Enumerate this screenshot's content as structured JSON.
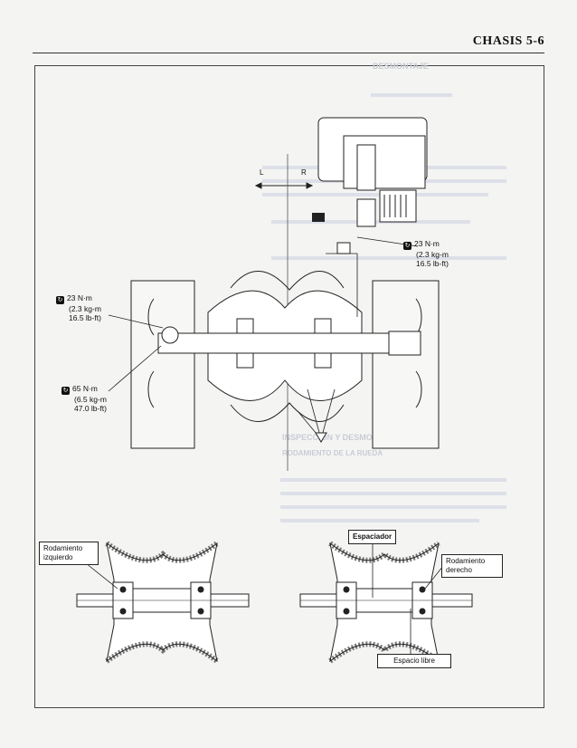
{
  "header": {
    "title": "CHASIS 5-6"
  },
  "ghost_text": {
    "section1": "DESMONTAJE",
    "section2": "INSPECCION Y DESMONTAJE",
    "section3": "RODAMIENTO DE LA RUEDA"
  },
  "diagram_top": {
    "direction_left": "L",
    "direction_right": "R",
    "torque_top": {
      "nm": "23 N·m",
      "kgm": "(2.3 kg-m",
      "lbft": "16.5 lb-ft)"
    },
    "torque_mid": {
      "nm": "23 N·m",
      "kgm": "(2.3 kg-m",
      "lbft": "16.5 lb-ft)"
    },
    "torque_bottom": {
      "nm": "65 N·m",
      "kgm": "(6.5 kg-m",
      "lbft": "47.0 lb-ft)"
    }
  },
  "diagram_bottom": {
    "left_bearing": "Rodamiento izquierdo",
    "spacer": "Espaciador",
    "right_bearing": "Rodamiento derecho",
    "clearance": "Espacio libre"
  },
  "colors": {
    "ink": "#222222",
    "ghost": "#c9ccd6",
    "paper": "#f4f4f2"
  }
}
